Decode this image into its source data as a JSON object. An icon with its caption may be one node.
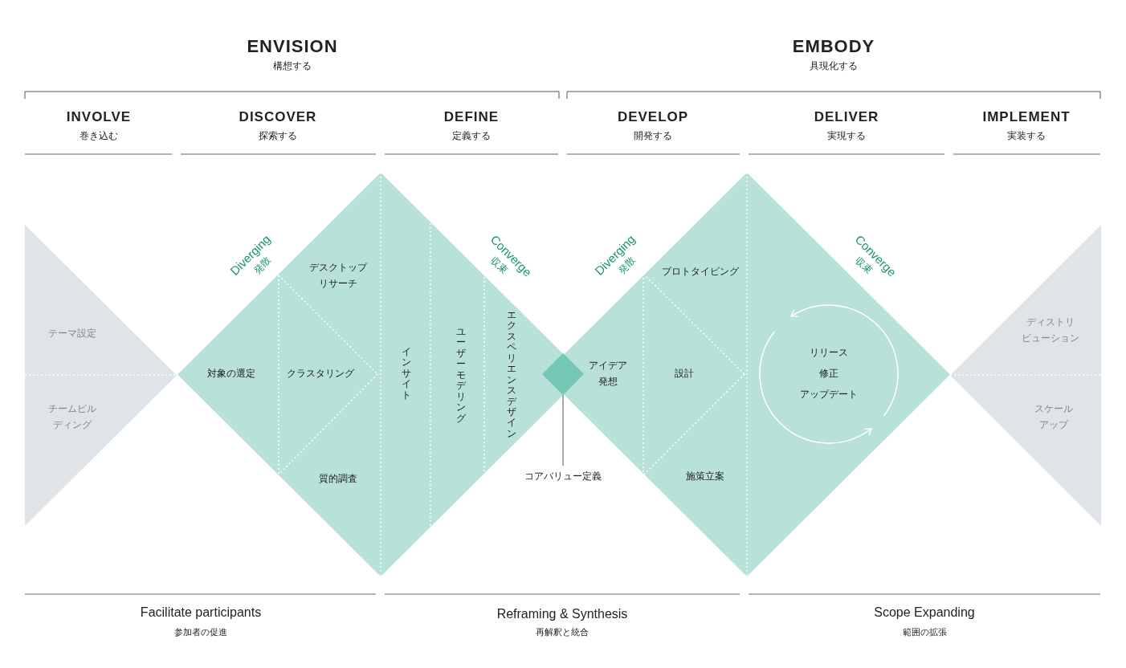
{
  "diagram": {
    "nodes": [
      {
        "text": [],
        "shape": "triangle"
      },
      {
        "text": [
          "テーマ設定"
        ],
        "in": 0
      },
      {
        "text": [
          "チームビルディング"
        ],
        "in": 0
      },
      {
        "text": [],
        "shape": "diamond",
        "beside": [
          "Diverging",
          "発散",
          "Converge",
          "収束"
        ]
      },
      {
        "text": [
          "対象の選定"
        ],
        "in": 3
      },
      {
        "text": [
          "デスクトップリサーチ"
        ],
        "in": 3
      },
      {
        "text": [
          "クラスタリング"
        ],
        "in": 3
      },
      {
        "text": [
          "質的調査"
        ],
        "in": 3
      },
      {
        "text": [
          "インサイト"
        ],
        "in": 3
      },
      {
        "text": [
          "ユーザーモデリング"
        ],
        "in": 3
      },
      {
        "text": [
          "エクスペリエンスデザイン"
        ],
        "in": 3
      },
      {
        "text": [],
        "shape": "diamond"
      },
      {
        "text": [
          "コアバリュー定義"
        ]
      },
      {
        "text": [],
        "shape": "diamond",
        "beside": [
          "Diverging",
          "発散",
          "Converge",
          "収束"
        ]
      },
      {
        "text": [
          "アイデア発想"
        ],
        "in": 13
      },
      {
        "text": [
          "プロトタイピング"
        ],
        "in": 13
      },
      {
        "text": [
          "設計"
        ],
        "in": 13
      },
      {
        "text": [
          "施策立案"
        ],
        "in": 13
      },
      {
        "text": [
          "リリース",
          "修正",
          "アップデート"
        ],
        "in": 13
      },
      {
        "text": [],
        "shape": "triangle"
      },
      {
        "text": [
          "ディストリビューション"
        ],
        "in": 19
      },
      {
        "text": [
          "スケールアップ"
        ],
        "in": 19
      }
    ],
    "edges": [
      {
        "from": 12,
        "to": 11,
        "arrow": "none"
      }
    ],
    "labels": [
      "ENVISION",
      "構想する",
      "EMBODY",
      "具現化する",
      "INVOLVE",
      "巻き込む",
      "DISCOVER",
      "探索する",
      "DEFINE",
      "定義する",
      "DEVELOP",
      "開発する",
      "DELIVER",
      "実現する",
      "IMPLEMENT",
      "実装する",
      "Facilitate participants",
      "参加者の促進",
      "Reframing & Synthesis",
      "再解釈と統合",
      "Scope Expanding",
      "範囲の拡張"
    ]
  }
}
